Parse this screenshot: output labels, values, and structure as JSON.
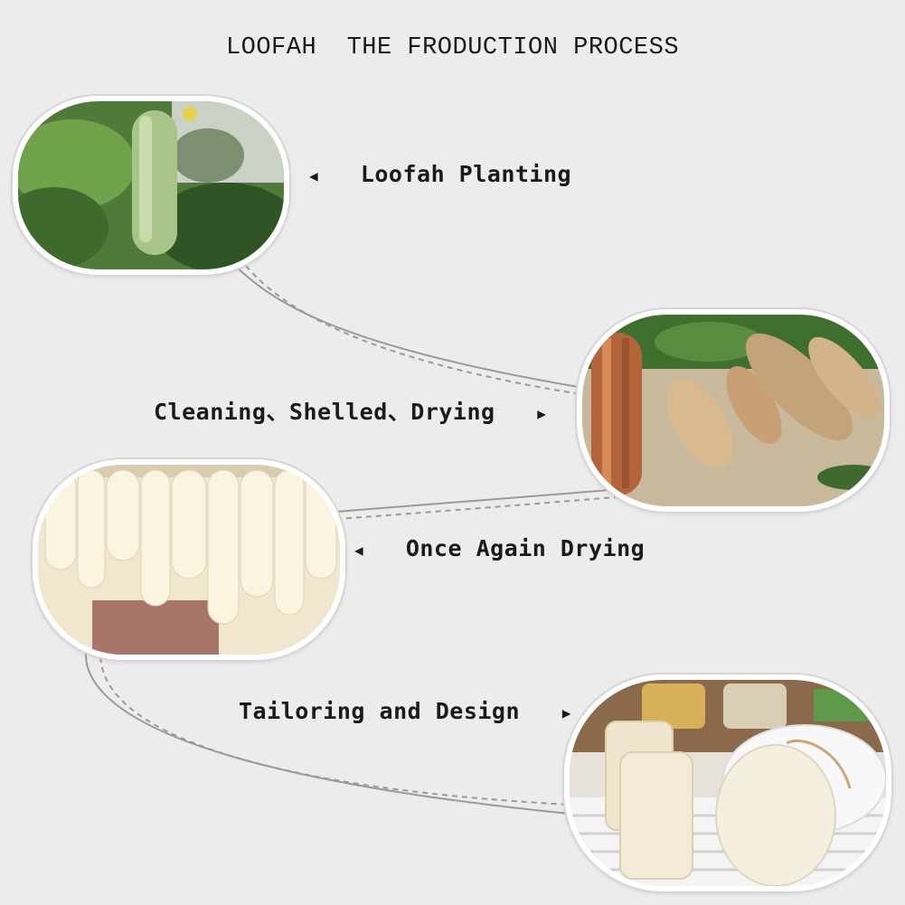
{
  "title": "LOOFAH  THE FRODUCTION PROCESS",
  "steps": [
    {
      "label": "Loofah Planting",
      "arrow": "◀",
      "arrow_side": "left"
    },
    {
      "label": "Cleaning、Shelled、Drying",
      "arrow": "▶",
      "arrow_side": "right"
    },
    {
      "label": "Once Again Drying",
      "arrow": "◀",
      "arrow_side": "left"
    },
    {
      "label": "Tailoring and Design",
      "arrow": "▶",
      "arrow_side": "right"
    }
  ],
  "colors": {
    "background": "#ececec",
    "frame": "#ffffff",
    "connector": "#9a9a9a"
  }
}
